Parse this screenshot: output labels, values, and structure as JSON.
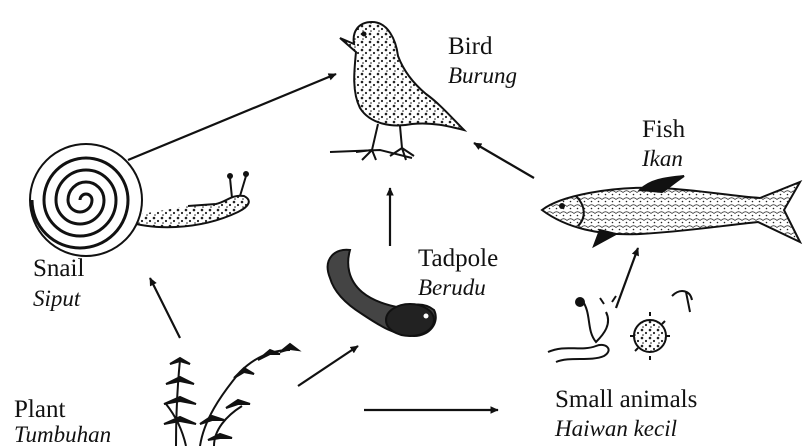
{
  "organisms": {
    "bird": {
      "english": "Bird",
      "malay": "Burung"
    },
    "fish": {
      "english": "Fish",
      "malay": "Ikan"
    },
    "tadpole": {
      "english": "Tadpole",
      "malay": "Berudu"
    },
    "snail": {
      "english": "Snail",
      "malay": "Siput"
    },
    "plant": {
      "english": "Plant",
      "malay": "Tumbuhan"
    },
    "small_animals": {
      "english": "Small animals",
      "malay": "Haiwan kecil"
    }
  },
  "food_chain_links": [
    {
      "from": "Snail",
      "to": "Bird"
    },
    {
      "from": "Tadpole",
      "to": "Bird"
    },
    {
      "from": "Fish",
      "to": "Bird"
    },
    {
      "from": "Plant",
      "to": "Snail"
    },
    {
      "from": "Plant",
      "to": "Tadpole"
    },
    {
      "from": "Plant",
      "to": "Small animals"
    },
    {
      "from": "Small animals",
      "to": "Fish"
    }
  ],
  "colors": {
    "ink": "#111111",
    "background": "#ffffff"
  }
}
